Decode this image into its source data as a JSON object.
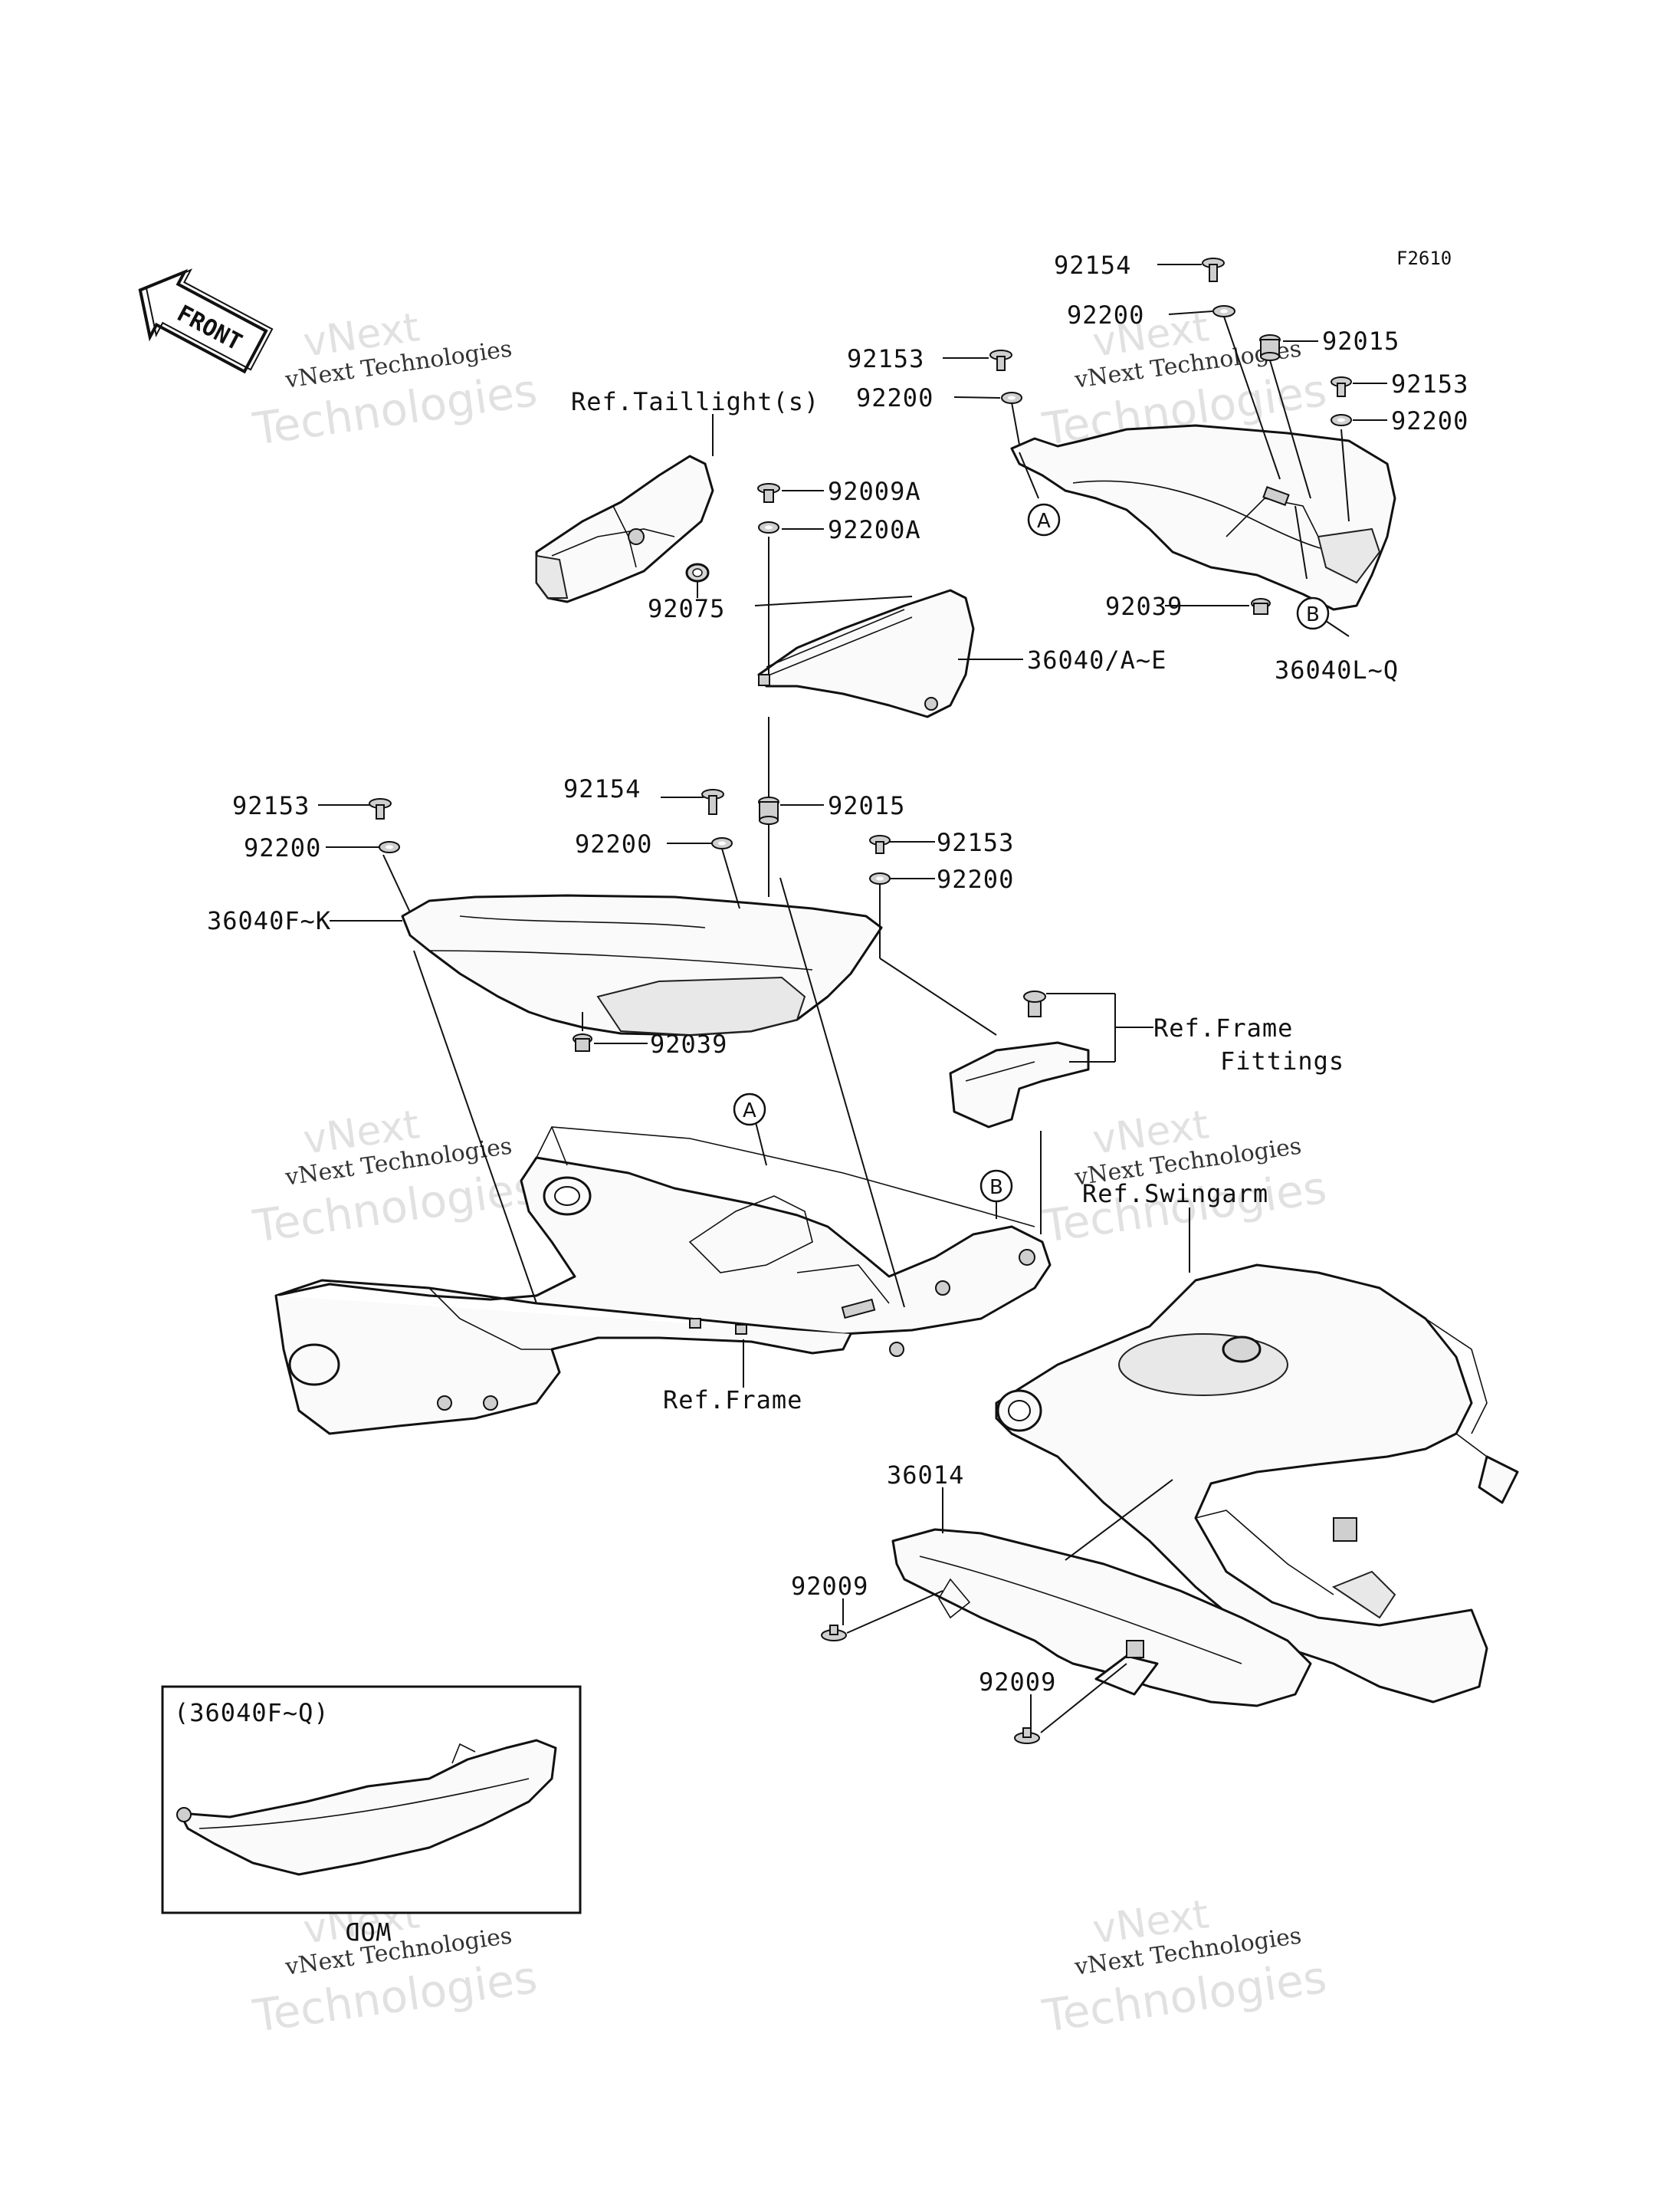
{
  "figure_code": "F2610",
  "front_arrow": "FRONT",
  "watermark": {
    "line1": "vNext",
    "line2": "vNext Technologies",
    "line3": "Technologies"
  },
  "callouts": {
    "A": "A",
    "B": "B"
  },
  "labels": {
    "p92154_top": "92154",
    "p92200_top": "92200",
    "p92015_top": "92015",
    "p92153_tl": "92153",
    "p92200_tl": "92200",
    "p92153_tr": "92153",
    "p92200_tr": "92200",
    "ref_taillight": "Ref.Taillight(s)",
    "p92009A": "92009A",
    "p92200A": "92200A",
    "p92075": "92075",
    "p36040AE": "36040/A~E",
    "p92039_top": "92039",
    "p36040LQ": "36040L~Q",
    "p92153_ml": "92153",
    "p92154_mid": "92154",
    "p92015_mid": "92015",
    "p92200_ml": "92200",
    "p92200_mid": "92200",
    "p92153_mr": "92153",
    "p92200_mr": "92200",
    "p36040FK": "36040F~K",
    "p92039_mid": "92039",
    "ref_frame_fittings_1": "Ref.Frame",
    "ref_frame_fittings_2": "Fittings",
    "ref_swingarm": "Ref.Swingarm",
    "ref_frame": "Ref.Frame",
    "p36014": "36014",
    "p92009_l": "92009",
    "p92009_r": "92009",
    "inset_title": "(36040F~Q)",
    "inset_note": "WOD"
  }
}
